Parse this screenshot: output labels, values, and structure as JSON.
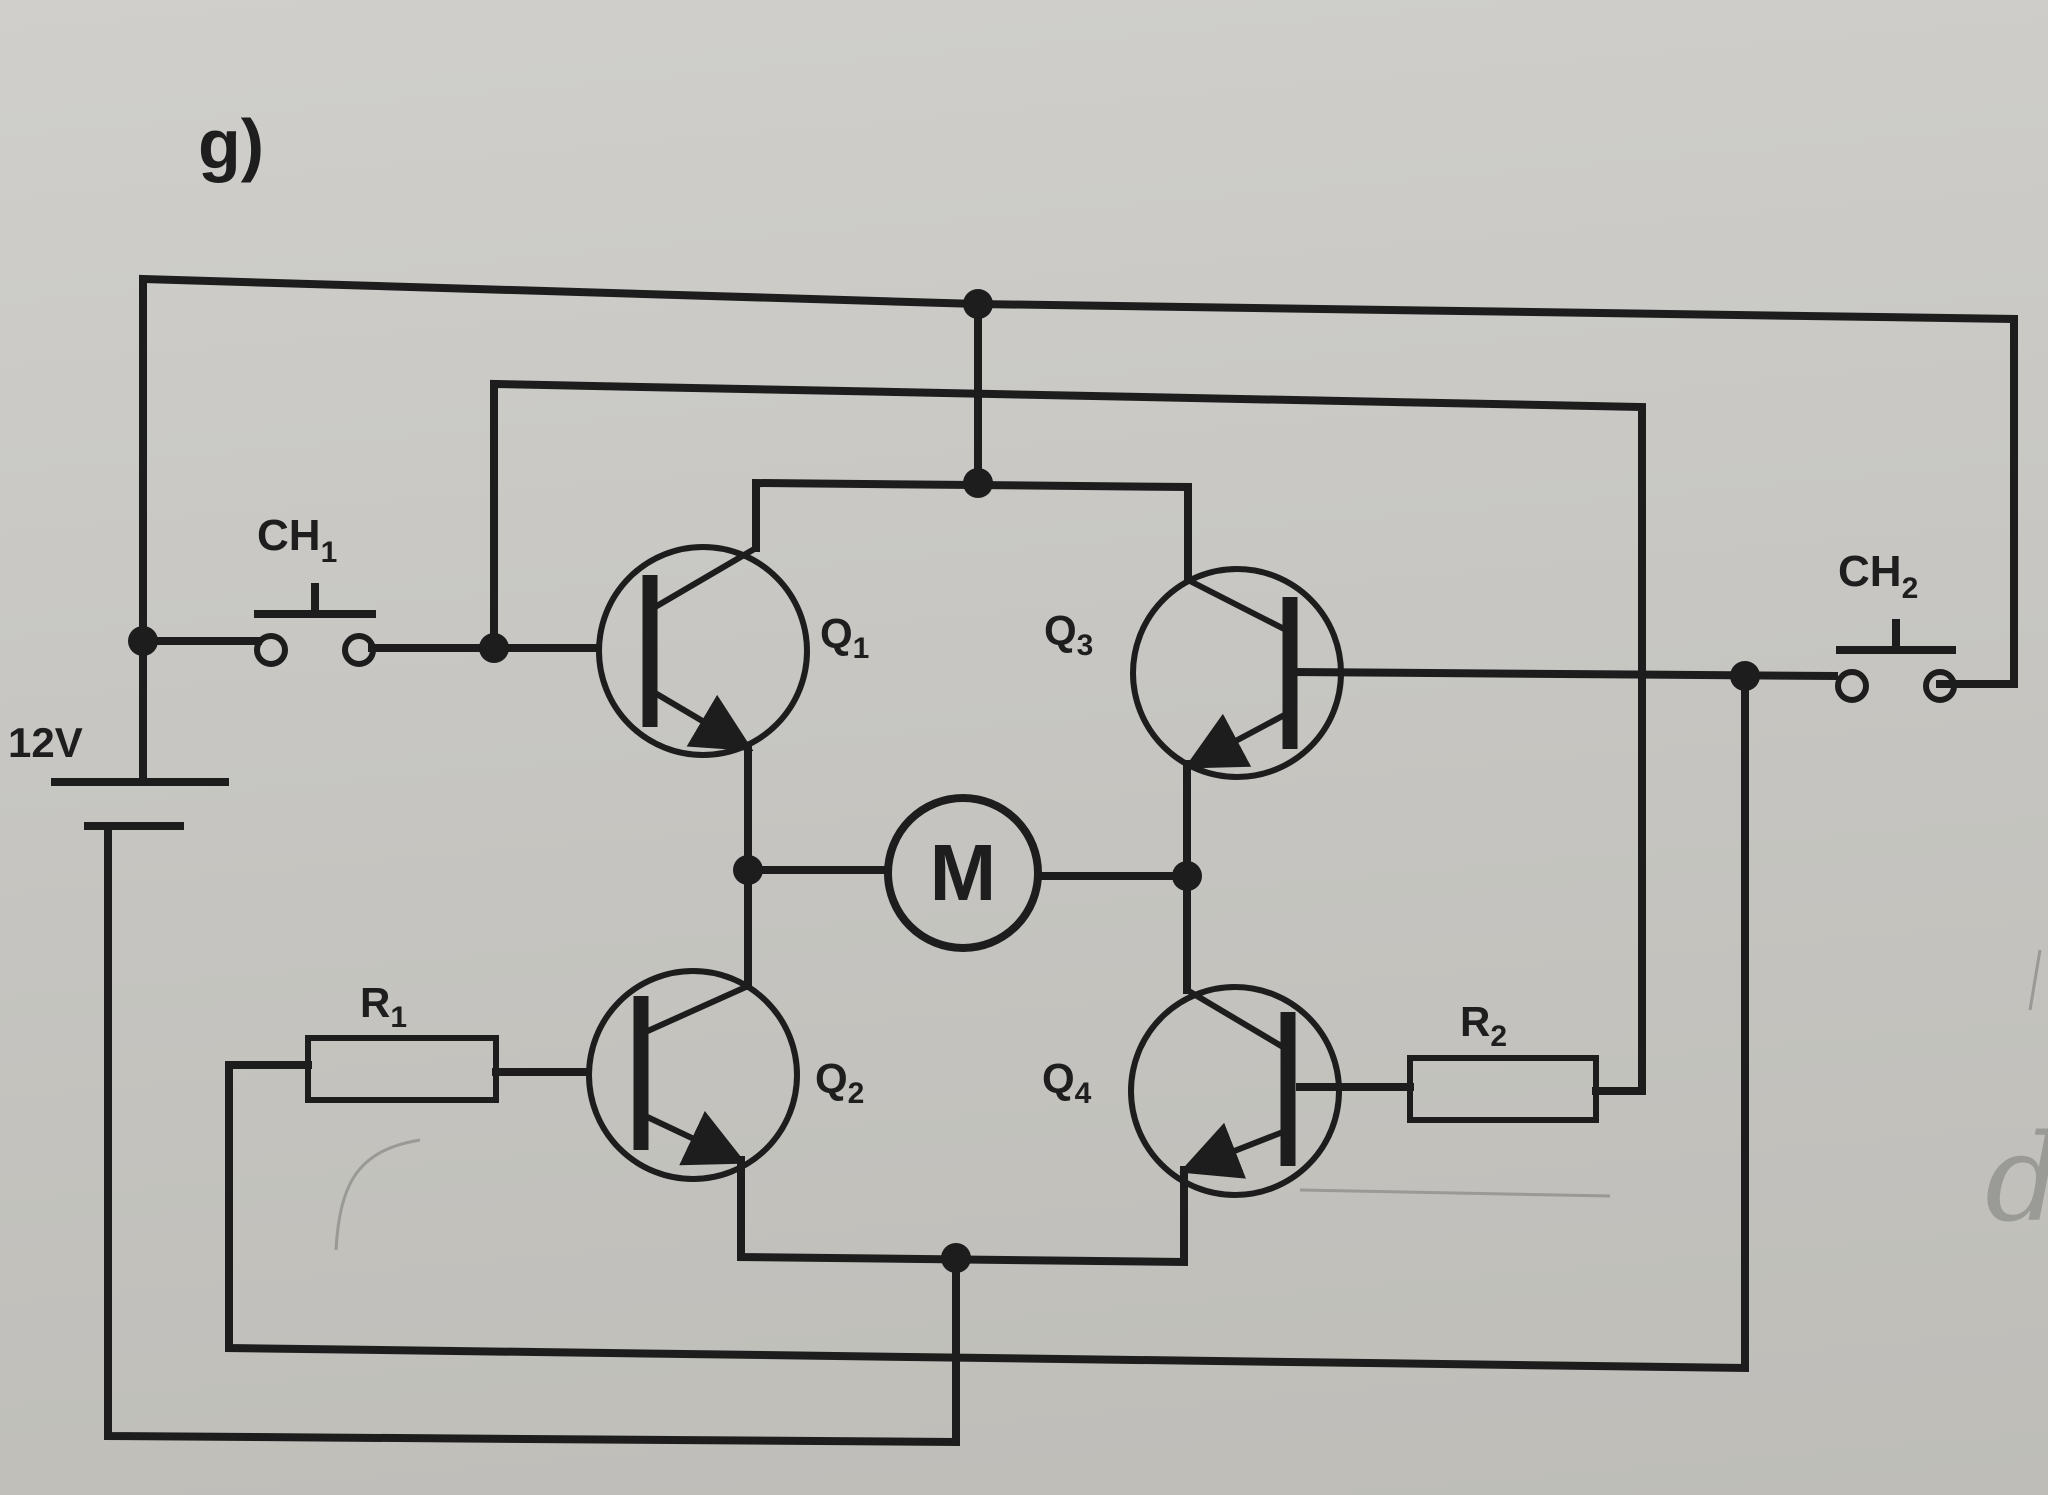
{
  "figure_label": "g)",
  "supply_label": "12V",
  "switch1": {
    "main": "CH",
    "sub": "1"
  },
  "switch2": {
    "main": "CH",
    "sub": "2"
  },
  "q1": {
    "main": "Q",
    "sub": "1"
  },
  "q2": {
    "main": "Q",
    "sub": "2"
  },
  "q3": {
    "main": "Q",
    "sub": "3"
  },
  "q4": {
    "main": "Q",
    "sub": "4"
  },
  "r1": {
    "main": "R",
    "sub": "1"
  },
  "r2": {
    "main": "R",
    "sub": "2"
  },
  "motor_label": "M",
  "margin_note": "d",
  "colors": {
    "ink": "#1d1d1d",
    "paper": "#c9c8c4"
  }
}
